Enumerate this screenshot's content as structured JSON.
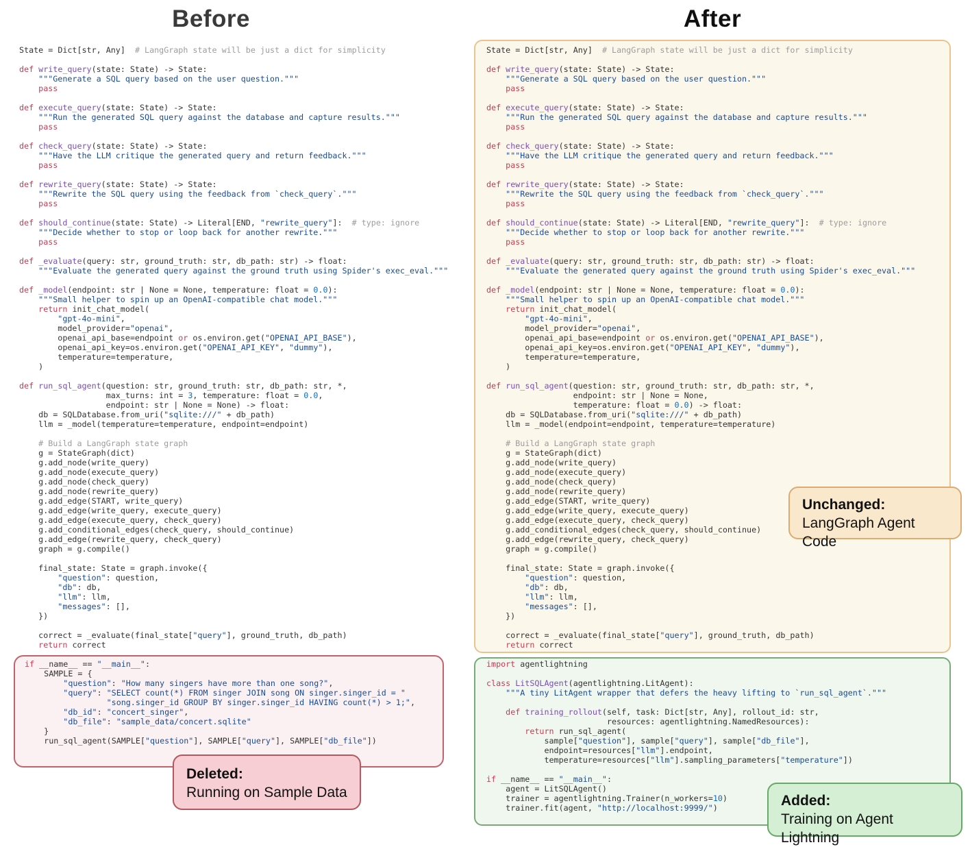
{
  "titles": {
    "before": "Before",
    "after": "After"
  },
  "labels": {
    "unchanged": {
      "title": "Unchanged:",
      "subtitle": "LangGraph Agent Code"
    },
    "deleted": {
      "title": "Deleted:",
      "subtitle": "Running on Sample Data"
    },
    "added": {
      "title": "Added:",
      "subtitle": "Training on Agent Lightning"
    }
  },
  "colors": {
    "orange-border": "#e9c48d",
    "orange-bg": "#fcf7eb",
    "green-border": "#77aa77",
    "green-bg": "#eff7ef",
    "red-border": "#c2636c",
    "red-bg": "#fcf1f2",
    "label-orange-bg": "#fae8cd",
    "label-orange-border": "#dcab72",
    "label-red-bg": "#f6ced3",
    "label-red-border": "#b6565f",
    "label-green-bg": "#d4efd4",
    "label-green-border": "#68a868",
    "syntax-plain": "#333333",
    "syntax-keyword": "#c73a53",
    "syntax-function": "#7a4db3",
    "syntax-string": "#1a4b94",
    "syntax-number": "#0f6bbf",
    "syntax-comment": "#9c9c9c"
  },
  "code": {
    "before_main": [
      "State = Dict[str, Any]  # LangGraph state will be just a dict for simplicity",
      "",
      "def write_query(state: State) -> State:",
      "    \"\"\"Generate a SQL query based on the user question.\"\"\"",
      "    pass",
      "",
      "def execute_query(state: State) -> State:",
      "    \"\"\"Run the generated SQL query against the database and capture results.\"\"\"",
      "    pass",
      "",
      "def check_query(state: State) -> State:",
      "    \"\"\"Have the LLM critique the generated query and return feedback.\"\"\"",
      "    pass",
      "",
      "def rewrite_query(state: State) -> State:",
      "    \"\"\"Rewrite the SQL query using the feedback from `check_query`.\"\"\"",
      "    pass",
      "",
      "def should_continue(state: State) -> Literal[END, \"rewrite_query\"]:  # type: ignore",
      "    \"\"\"Decide whether to stop or loop back for another rewrite.\"\"\"",
      "    pass",
      "",
      "def _evaluate(query: str, ground_truth: str, db_path: str) -> float:",
      "    \"\"\"Evaluate the generated query against the ground truth using Spider's exec_eval.\"\"\"",
      "",
      "def _model(endpoint: str | None = None, temperature: float = 0.0):",
      "    \"\"\"Small helper to spin up an OpenAI-compatible chat model.\"\"\"",
      "    return init_chat_model(",
      "        \"gpt-4o-mini\",",
      "        model_provider=\"openai\",",
      "        openai_api_base=endpoint or os.environ.get(\"OPENAI_API_BASE\"),",
      "        openai_api_key=os.environ.get(\"OPENAI_API_KEY\", \"dummy\"),",
      "        temperature=temperature,",
      "    )",
      "",
      "def run_sql_agent(question: str, ground_truth: str, db_path: str, *,",
      "                  max_turns: int = 3, temperature: float = 0.0,",
      "                  endpoint: str | None = None) -> float:",
      "    db = SQLDatabase.from_uri(\"sqlite:///\" + db_path)",
      "    llm = _model(temperature=temperature, endpoint=endpoint)",
      "",
      "    # Build a LangGraph state graph",
      "    g = StateGraph(dict)",
      "    g.add_node(write_query)",
      "    g.add_node(execute_query)",
      "    g.add_node(check_query)",
      "    g.add_node(rewrite_query)",
      "    g.add_edge(START, write_query)",
      "    g.add_edge(write_query, execute_query)",
      "    g.add_edge(execute_query, check_query)",
      "    g.add_conditional_edges(check_query, should_continue)",
      "    g.add_edge(rewrite_query, check_query)",
      "    graph = g.compile()",
      "",
      "    final_state: State = graph.invoke({",
      "        \"question\": question,",
      "        \"db\": db,",
      "        \"llm\": llm,",
      "        \"messages\": [],",
      "    })",
      "",
      "    correct = _evaluate(final_state[\"query\"], ground_truth, db_path)",
      "    return correct"
    ],
    "after_unchanged": [
      "State = Dict[str, Any]  # LangGraph state will be just a dict for simplicity",
      "",
      "def write_query(state: State) -> State:",
      "    \"\"\"Generate a SQL query based on the user question.\"\"\"",
      "    pass",
      "",
      "def execute_query(state: State) -> State:",
      "    \"\"\"Run the generated SQL query against the database and capture results.\"\"\"",
      "    pass",
      "",
      "def check_query(state: State) -> State:",
      "    \"\"\"Have the LLM critique the generated query and return feedback.\"\"\"",
      "    pass",
      "",
      "def rewrite_query(state: State) -> State:",
      "    \"\"\"Rewrite the SQL query using the feedback from `check_query`.\"\"\"",
      "    pass",
      "",
      "def should_continue(state: State) -> Literal[END, \"rewrite_query\"]:  # type: ignore",
      "    \"\"\"Decide whether to stop or loop back for another rewrite.\"\"\"",
      "    pass",
      "",
      "def _evaluate(query: str, ground_truth: str, db_path: str) -> float:",
      "    \"\"\"Evaluate the generated query against the ground truth using Spider's exec_eval.\"\"\"",
      "",
      "def _model(endpoint: str | None = None, temperature: float = 0.0):",
      "    \"\"\"Small helper to spin up an OpenAI-compatible chat model.\"\"\"",
      "    return init_chat_model(",
      "        \"gpt-4o-mini\",",
      "        model_provider=\"openai\",",
      "        openai_api_base=endpoint or os.environ.get(\"OPENAI_API_BASE\"),",
      "        openai_api_key=os.environ.get(\"OPENAI_API_KEY\", \"dummy\"),",
      "        temperature=temperature,",
      "    )",
      "",
      "def run_sql_agent(question: str, ground_truth: str, db_path: str, *,",
      "                  endpoint: str | None = None,",
      "                  temperature: float = 0.0) -> float:",
      "    db = SQLDatabase.from_uri(\"sqlite:///\" + db_path)",
      "    llm = _model(endpoint=endpoint, temperature=temperature)",
      "",
      "    # Build a LangGraph state graph",
      "    g = StateGraph(dict)",
      "    g.add_node(write_query)",
      "    g.add_node(execute_query)",
      "    g.add_node(check_query)",
      "    g.add_node(rewrite_query)",
      "    g.add_edge(START, write_query)",
      "    g.add_edge(write_query, execute_query)",
      "    g.add_edge(execute_query, check_query)",
      "    g.add_conditional_edges(check_query, should_continue)",
      "    g.add_edge(rewrite_query, check_query)",
      "    graph = g.compile()",
      "",
      "    final_state: State = graph.invoke({",
      "        \"question\": question,",
      "        \"db\": db,",
      "        \"llm\": llm,",
      "        \"messages\": [],",
      "    })",
      "",
      "    correct = _evaluate(final_state[\"query\"], ground_truth, db_path)",
      "    return correct"
    ],
    "before_deleted": [
      "if __name__ == \"__main__\":",
      "    SAMPLE = {",
      "        \"question\": \"How many singers have more than one song?\",",
      "        \"query\": \"SELECT count(*) FROM singer JOIN song ON singer.singer_id = \"",
      "                 \"song.singer_id GROUP BY singer.singer_id HAVING count(*) > 1;\",",
      "        \"db_id\": \"concert_singer\",",
      "        \"db_file\": \"sample_data/concert.sqlite\"",
      "    }",
      "    run_sql_agent(SAMPLE[\"question\"], SAMPLE[\"query\"], SAMPLE[\"db_file\"])"
    ],
    "after_added": [
      "import agentlightning",
      "",
      "class LitSQLAgent(agentlightning.LitAgent):",
      "    \"\"\"A tiny LitAgent wrapper that defers the heavy lifting to `run_sql_agent`.\"\"\"",
      "",
      "    def training_rollout(self, task: Dict[str, Any], rollout_id: str,",
      "                         resources: agentlightning.NamedResources):",
      "        return run_sql_agent(",
      "            sample[\"question\"], sample[\"query\"], sample[\"db_file\"],",
      "            endpoint=resources[\"llm\"].endpoint,",
      "            temperature=resources[\"llm\"].sampling_parameters[\"temperature\"])",
      "",
      "if __name__ == \"__main__\":",
      "    agent = LitSQLAgent()",
      "    trainer = agentlightning.Trainer(n_workers=10)",
      "    trainer.fit(agent, \"http://localhost:9999/\")"
    ]
  }
}
